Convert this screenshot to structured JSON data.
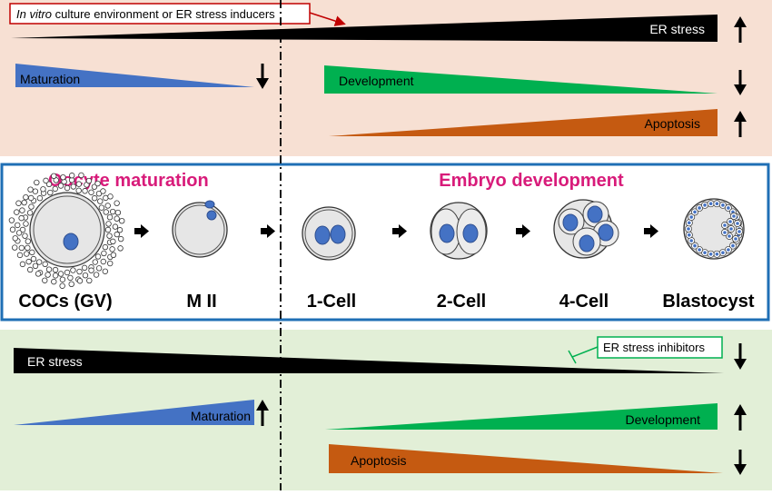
{
  "top_panel": {
    "inducer_label_italic": "In vitro",
    "inducer_label_rest": " culture environment or ER stress inducers",
    "er_stress_label": "ER stress",
    "maturation_label": "Maturation",
    "development_label": "Development",
    "apoptosis_label": "Apoptosis",
    "background_color": "#f7e0d3",
    "trends": {
      "er_stress": "up",
      "maturation": "down",
      "development": "down",
      "apoptosis": "up"
    }
  },
  "middle_panel": {
    "oocyte_heading": "Oocyte maturation",
    "embryo_heading": "Embryo development",
    "heading_color": "#d81b7a",
    "border_color": "#1f6fb5",
    "stages": [
      "COCs (GV)",
      "M II",
      "1-Cell",
      "2-Cell",
      "4-Cell",
      "Blastocyst"
    ]
  },
  "bottom_panel": {
    "er_stress_label": "ER stress",
    "inhibitor_label": "ER stress inhibitors",
    "maturation_label": "Maturation",
    "development_label": "Development",
    "apoptosis_label": "Apoptosis",
    "background_color": "#e2efd7",
    "trends": {
      "er_stress": "down",
      "maturation": "up",
      "development": "up",
      "apoptosis": "down"
    }
  },
  "colors": {
    "er_stress": "#000000",
    "maturation": "#4472c4",
    "development": "#00b050",
    "apoptosis": "#c55a11",
    "nucleus": "#4472c4",
    "cell_fill": "#e6e6e6",
    "inducer_box": "#c00000",
    "inhibitor_box": "#00b050"
  }
}
